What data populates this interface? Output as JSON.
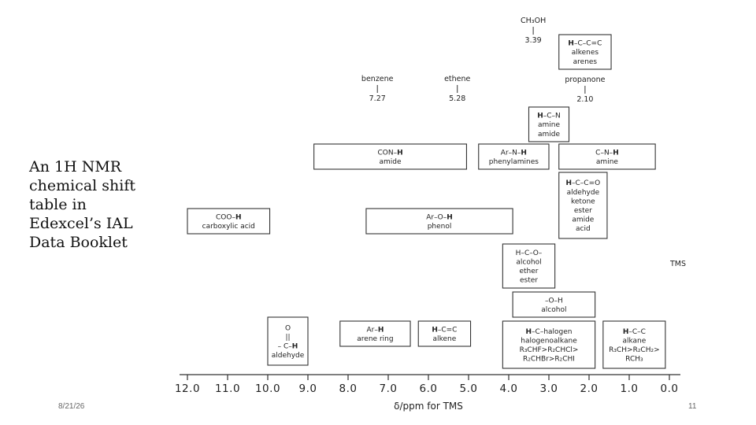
{
  "caption": [
    "An 1H NMR",
    "chemical shift",
    "table in",
    "Edexcel’s IAL",
    "Data Booklet"
  ],
  "footer": {
    "date": "8/21/26",
    "page": "11"
  },
  "chart_data": {
    "type": "diagram",
    "xlabel": "δ/ppm for TMS",
    "xlim": [
      12.0,
      0.0
    ],
    "ticks": [
      "12.0",
      "11.0",
      "10.0",
      "9.0",
      "8.0",
      "7.0",
      "6.0",
      "5.0",
      "4.0",
      "3.0",
      "2.0",
      "1.0",
      "0.0"
    ],
    "markers": [
      {
        "label": "CH₃OH",
        "value": "3.39",
        "shift": 3.39
      },
      {
        "label": "benzene",
        "value": "7.27",
        "shift": 7.27
      },
      {
        "label": "ethene",
        "value": "5.28",
        "shift": 5.28
      },
      {
        "label": "propanone",
        "value": "2.10",
        "shift": 2.1
      }
    ],
    "standalone_labels": [
      {
        "text": "TMS"
      }
    ],
    "regions": [
      {
        "id": "h-c-c-c",
        "lines": [
          "**H**–C–C=C",
          "alkenes",
          "arenes"
        ],
        "from": 2.75,
        "to": 1.45
      },
      {
        "id": "h-c-n",
        "lines": [
          "**H**–C–N",
          "amine",
          "amide"
        ],
        "from": 3.5,
        "to": 2.5
      },
      {
        "id": "con-h",
        "lines": [
          "CON–**H**",
          "amide"
        ],
        "from": 8.85,
        "to": 5.05
      },
      {
        "id": "ar-n-h",
        "lines": [
          "Ar–N–**H**",
          "phenylamines"
        ],
        "from": 4.75,
        "to": 3.0
      },
      {
        "id": "c-n-h",
        "lines": [
          "C–N–**H**",
          "amine"
        ],
        "from": 2.75,
        "to": 0.35
      },
      {
        "id": "h-c-c-o",
        "lines": [
          "**H**–C–C=O",
          "aldehyde",
          "ketone",
          "ester",
          "amide",
          "acid"
        ],
        "from": 2.75,
        "to": 1.55
      },
      {
        "id": "coo-h",
        "lines": [
          "COO–**H**",
          "carboxylic acid"
        ],
        "from": 12.0,
        "to": 9.95
      },
      {
        "id": "ar-o-h",
        "lines": [
          "Ar–O–**H**",
          "phenol"
        ],
        "from": 7.55,
        "to": 3.9
      },
      {
        "id": "h-c-o",
        "lines": [
          "H–C–O–",
          "alcohol",
          "ether",
          "ester"
        ],
        "from": 4.15,
        "to": 2.85
      },
      {
        "id": "o-h",
        "lines": [
          "–O–H",
          "alcohol"
        ],
        "from": 3.9,
        "to": 1.85
      },
      {
        "id": "aldehyde",
        "lines": [
          "O",
          "||",
          "– C–**H**",
          "aldehyde"
        ],
        "from": 10.0,
        "to": 9.0
      },
      {
        "id": "ar-h",
        "lines": [
          "Ar–**H**",
          "arene ring"
        ],
        "from": 8.2,
        "to": 6.45
      },
      {
        "id": "h-c-c-alkene",
        "lines": [
          "**H**–C=C",
          "alkene"
        ],
        "from": 6.25,
        "to": 4.95
      },
      {
        "id": "h-c-halogen",
        "lines": [
          "**H**–C–halogen",
          "halogenoalkane",
          "R₃CHF>R₂CHCl>",
          "R₂CHBr>R₂CHI"
        ],
        "from": 4.15,
        "to": 1.85
      },
      {
        "id": "h-c-c-alkane",
        "lines": [
          "**H**–C–C",
          "alkane",
          "R₃CH>R₂CH₂>",
          "RCH₃"
        ],
        "from": 1.65,
        "to": 0.1
      }
    ]
  }
}
